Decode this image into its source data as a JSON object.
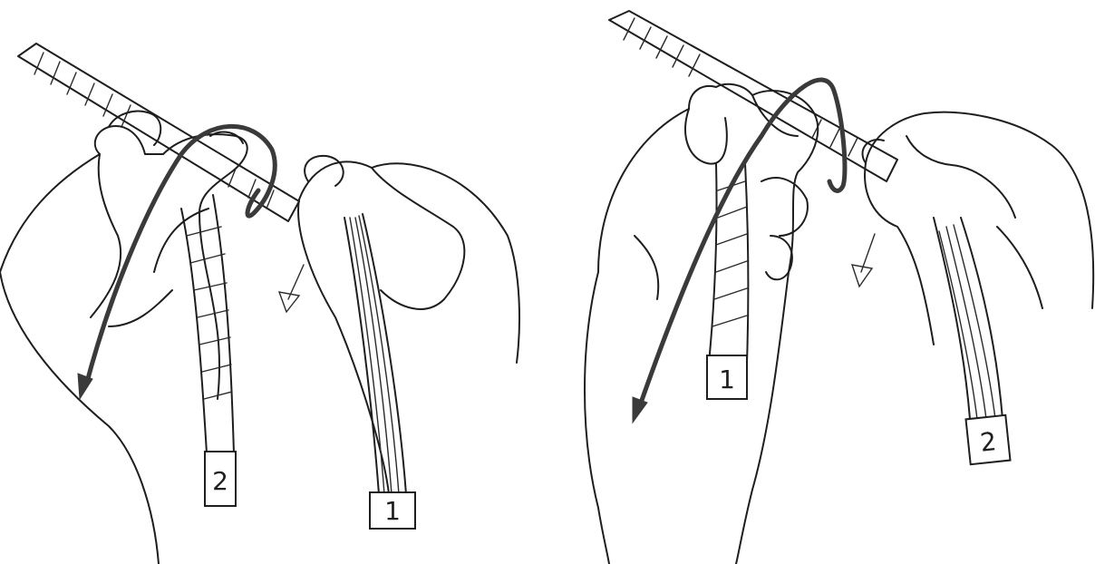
{
  "panels": [
    {
      "tags": [
        {
          "label": "2"
        },
        {
          "label": "1"
        }
      ]
    },
    {
      "tags": [
        {
          "label": "1"
        },
        {
          "label": "2"
        }
      ]
    }
  ]
}
